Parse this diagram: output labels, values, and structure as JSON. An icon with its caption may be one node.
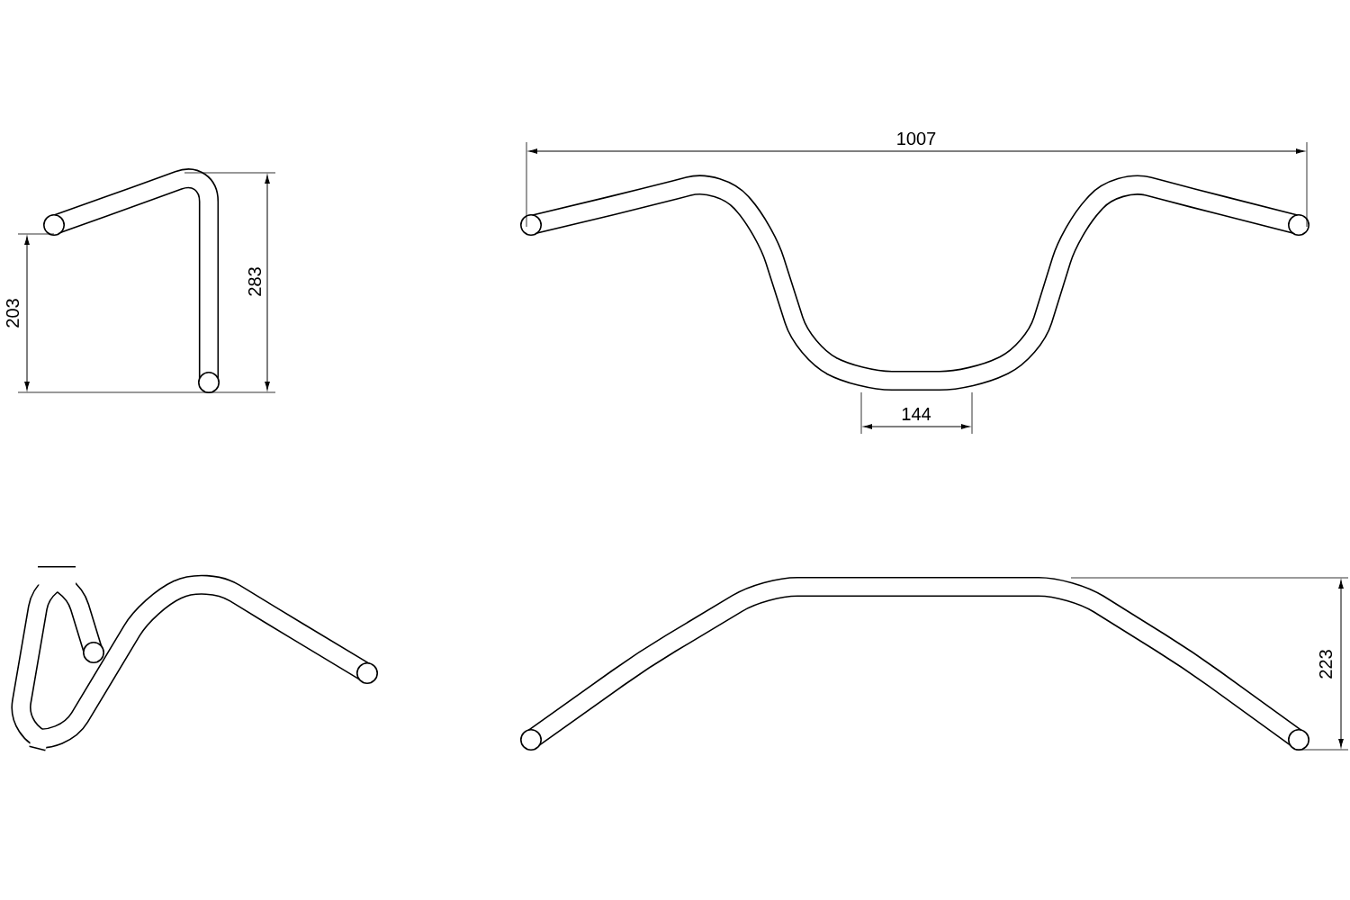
{
  "diagram": {
    "labels": [
      "1007",
      "283",
      "203",
      "144",
      "223"
    ]
  }
}
